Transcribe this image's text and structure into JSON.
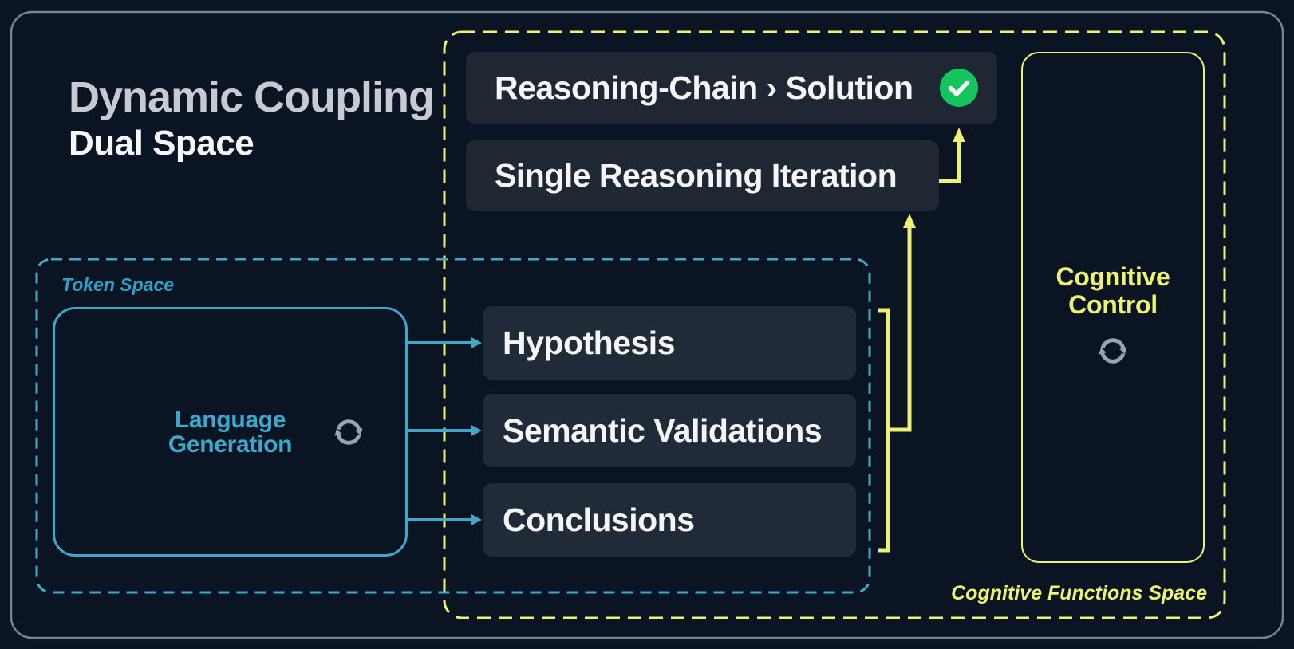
{
  "title": {
    "line1": "Dynamic Coupling",
    "line2": "Dual Space"
  },
  "token_space": {
    "label": "Token Space",
    "language_generation": {
      "line1": "Language",
      "line2": "Generation",
      "icon": "refresh-icon"
    }
  },
  "cognitive_space": {
    "label": "Cognitive Functions Space",
    "reasoning_chain": {
      "label": "Reasoning-Chain › Solution",
      "status_icon": "check-icon"
    },
    "single_iteration": {
      "label": "Single Reasoning Iteration"
    },
    "functions": [
      {
        "label": "Hypothesis"
      },
      {
        "label": "Semantic Validations"
      },
      {
        "label": "Conclusions"
      }
    ],
    "cognitive_control": {
      "line1": "Cognitive",
      "line2": "Control",
      "icon": "refresh-icon"
    }
  },
  "colors": {
    "background": "#0b1422",
    "frame_border": "#7a838e",
    "yellow_accent": "#eef171",
    "blue_accent": "#3fa8c9",
    "node_fill": "#212b38",
    "status_green": "#14c45d",
    "icon_gray": "#9ba3ad",
    "title_gray": "#c6cad1",
    "text_white": "#f3f5f7"
  }
}
